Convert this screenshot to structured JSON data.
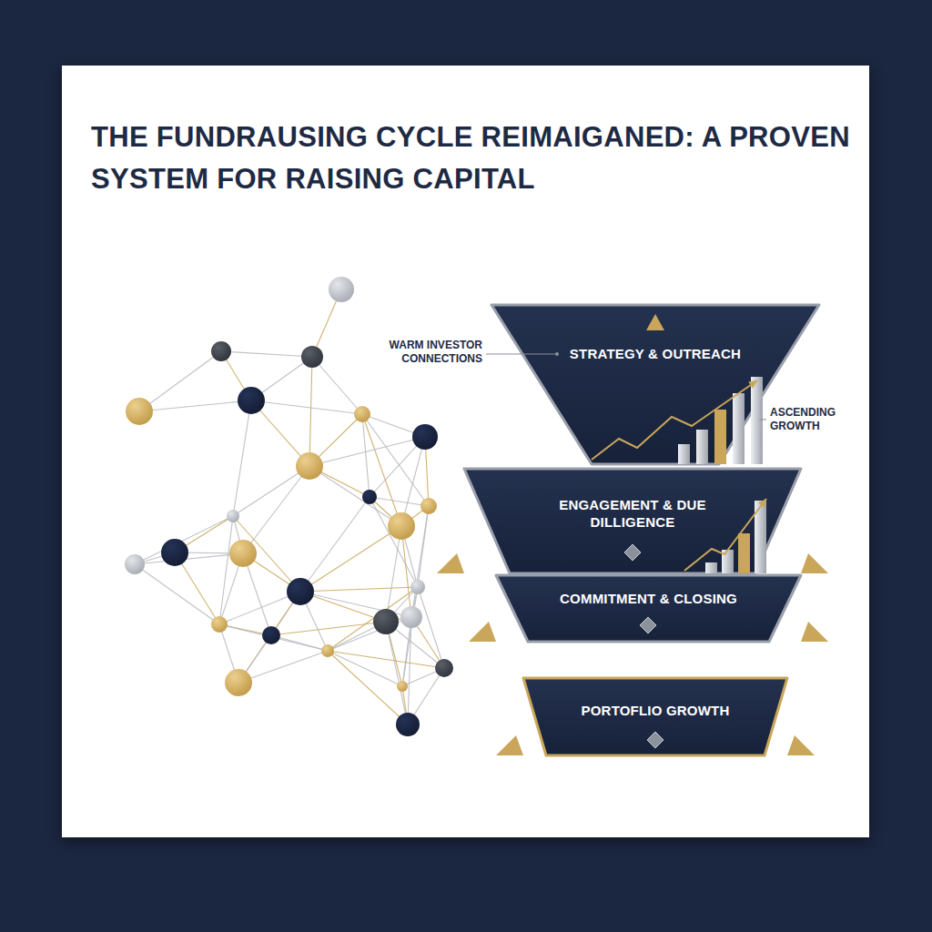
{
  "diagram": {
    "title": "THE FUNDRAUSING CYCLE REIMAIGANED: A PROVEN SYSTEM FOR RAISING CAPITAL",
    "nodes": [
      {
        "text": [
          "STRATEGY & OUTREACH"
        ]
      },
      {
        "text": [
          "ENGAGEMENT & DUE DILLIGENCE"
        ]
      },
      {
        "text": [
          "COMMITMENT & CLOSING"
        ]
      },
      {
        "text": [
          "PORTOFLIO GROWTH"
        ]
      }
    ],
    "labels": [
      "WARM INVESTOR CONNECTIONS",
      "ASCENDING GROWTH"
    ]
  }
}
